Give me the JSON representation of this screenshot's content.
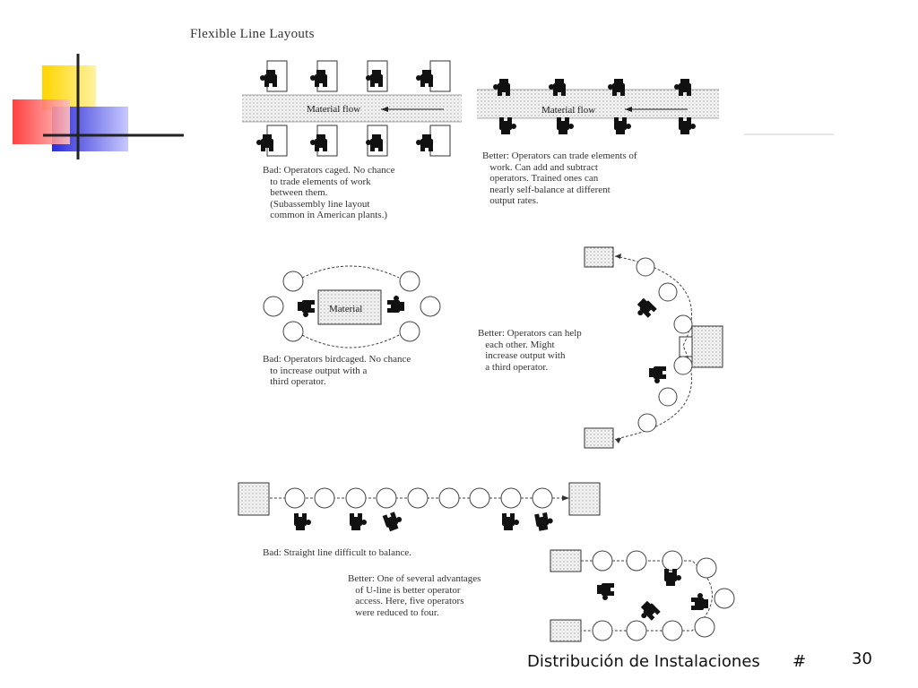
{
  "slide": {
    "title": "Flexible Line Layouts",
    "footer_text": "Distribución de Instalaciones",
    "footer_hash": "#",
    "page_number": "30"
  },
  "panels": {
    "top_left": {
      "flow_label": "Material flow",
      "caption": "Bad: Operators caged. No chance\n   to trade elements of work\n   between them.\n   (Subassembly line layout\n   common in American plants.)"
    },
    "top_right": {
      "flow_label": "Material flow",
      "caption": "Better: Operators can trade elements of\n   work. Can add and subtract\n   operators. Trained ones can\n   nearly self-balance at different\n   output rates."
    },
    "middle_left": {
      "box_label": "Material",
      "caption": "Bad: Operators birdcaged. No chance\n   to increase output with a\n   third operator."
    },
    "middle_right": {
      "caption": "Better: Operators can help\n   each other. Might\n   increase output with\n   a third operator."
    },
    "bottom_left": {
      "caption": "Bad: Straight line difficult to balance."
    },
    "bottom_right": {
      "caption": "Better: One of several advantages\n   of U-line is better operator\n   access. Here, five operators\n   were reduced to four."
    }
  },
  "decoration": {
    "colors": {
      "yellow": "#ffd400",
      "red": "#ff2b2b",
      "blue": "#2b2bd6",
      "line": "#222222",
      "stipple": "#d9d9d9"
    }
  }
}
